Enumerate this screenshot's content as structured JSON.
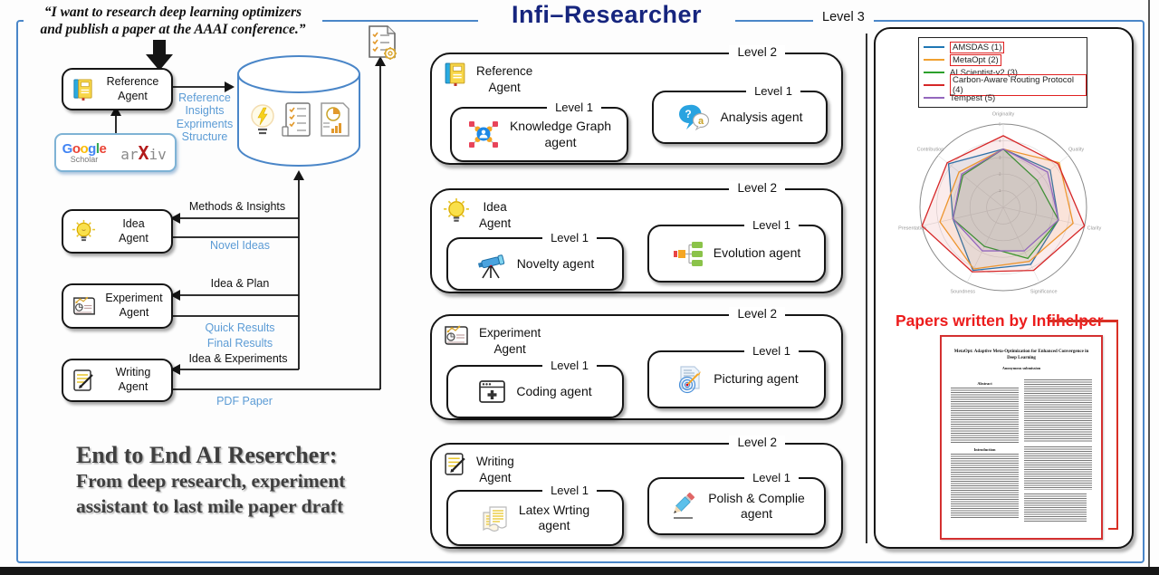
{
  "quote": "“I want to research deep learning optimizers\nand publish a paper at the AAAI conference.”",
  "title": "Infi–Researcher",
  "levels": {
    "l1": "Level 1",
    "l2": "Level 2",
    "l3": "Level 3"
  },
  "left": {
    "reference": "Reference\nAgent",
    "idea": "Idea\nAgent",
    "experiment": "Experiment\nAgent",
    "writing": "Writing\nAgent",
    "db_outputs": "Reference\nInsights\nExpriments\nStructure",
    "flows": {
      "methods": "Methods & Insights",
      "novel": "Novel Ideas",
      "idea_plan": "Idea & Plan",
      "results": "Quick Results\nFinal Results",
      "idea_exp": "Idea & Experiments",
      "pdf": "PDF Paper"
    },
    "google": "Google",
    "scholar": "Scholar",
    "arxiv_ar": "ar",
    "arxiv_x": "X",
    "arxiv_iv": "iv",
    "tagline_title": "End to End AI Resercher:",
    "tagline_body": "From deep research, experiment\nassistant to last mile paper draft"
  },
  "pipeline": {
    "reference": {
      "agent": "Reference\nAgent",
      "sub1": "Knowledge Graph\nagent",
      "sub2": "Analysis agent"
    },
    "idea": {
      "agent": "Idea\nAgent",
      "sub1": "Novelty agent",
      "sub2": "Evolution agent"
    },
    "experiment": {
      "agent": "Experiment\nAgent",
      "sub1": "Coding agent",
      "sub2": "Picturing agent"
    },
    "writing": {
      "agent": "Writing\nAgent",
      "sub1": "Latex Wrting\nagent",
      "sub2": "Polish & Complie\nagent"
    }
  },
  "evaluation": {
    "legend": [
      {
        "label": "AMSDAS (1)",
        "boxed": true
      },
      {
        "label": "MetaOpt (2)",
        "boxed": true
      },
      {
        "label": "AI Scientist-v2 (3)",
        "boxed": false
      },
      {
        "label": "Carbon-Aware Routing Protocol (4)",
        "boxed": true
      },
      {
        "label": "Tempest (5)",
        "boxed": false
      }
    ],
    "papers_heading": "Papers written by Infihelper",
    "paper": {
      "title": "MetaOpt: Adaptive Meta-Optimization for Enhanced Convergence in Deep Learning",
      "author": "Anonymous submission",
      "abstract_heading": "Abstract",
      "intro_heading": "Introduction"
    }
  },
  "chart_data": {
    "type": "radar",
    "categories": [
      "Originality",
      "Quality",
      "Clarity",
      "Significance",
      "Soundness",
      "Presentation",
      "Contribution"
    ],
    "series": [
      {
        "name": "AMSDAS (1)",
        "color": "#1f77b4",
        "values": [
          3.5,
          3.6,
          3.4,
          3.8,
          4.2,
          3.1,
          4.2
        ]
      },
      {
        "name": "MetaOpt (2)",
        "color": "#f0a030",
        "values": [
          3.5,
          4.3,
          4.3,
          3.6,
          4.1,
          3.9,
          3.4
        ]
      },
      {
        "name": "AI Scientist-v2 (3)",
        "color": "#2ca02c",
        "values": [
          3.5,
          2.6,
          3.4,
          3.4,
          2.6,
          3.1,
          3.1
        ]
      },
      {
        "name": "Carbon-Aware Routing Protocol (4)",
        "color": "#d62728",
        "values": [
          4.3,
          4.2,
          5.0,
          4.2,
          4.3,
          5.0,
          4.3
        ]
      },
      {
        "name": "Tempest (5)",
        "color": "#9467bd",
        "values": [
          3.5,
          3.4,
          3.4,
          2.9,
          2.9,
          3.1,
          3.2
        ]
      }
    ],
    "rmax": 5,
    "ticks": [
      1,
      2,
      3,
      4,
      5
    ],
    "grid": "circular",
    "legend_position": "top"
  }
}
